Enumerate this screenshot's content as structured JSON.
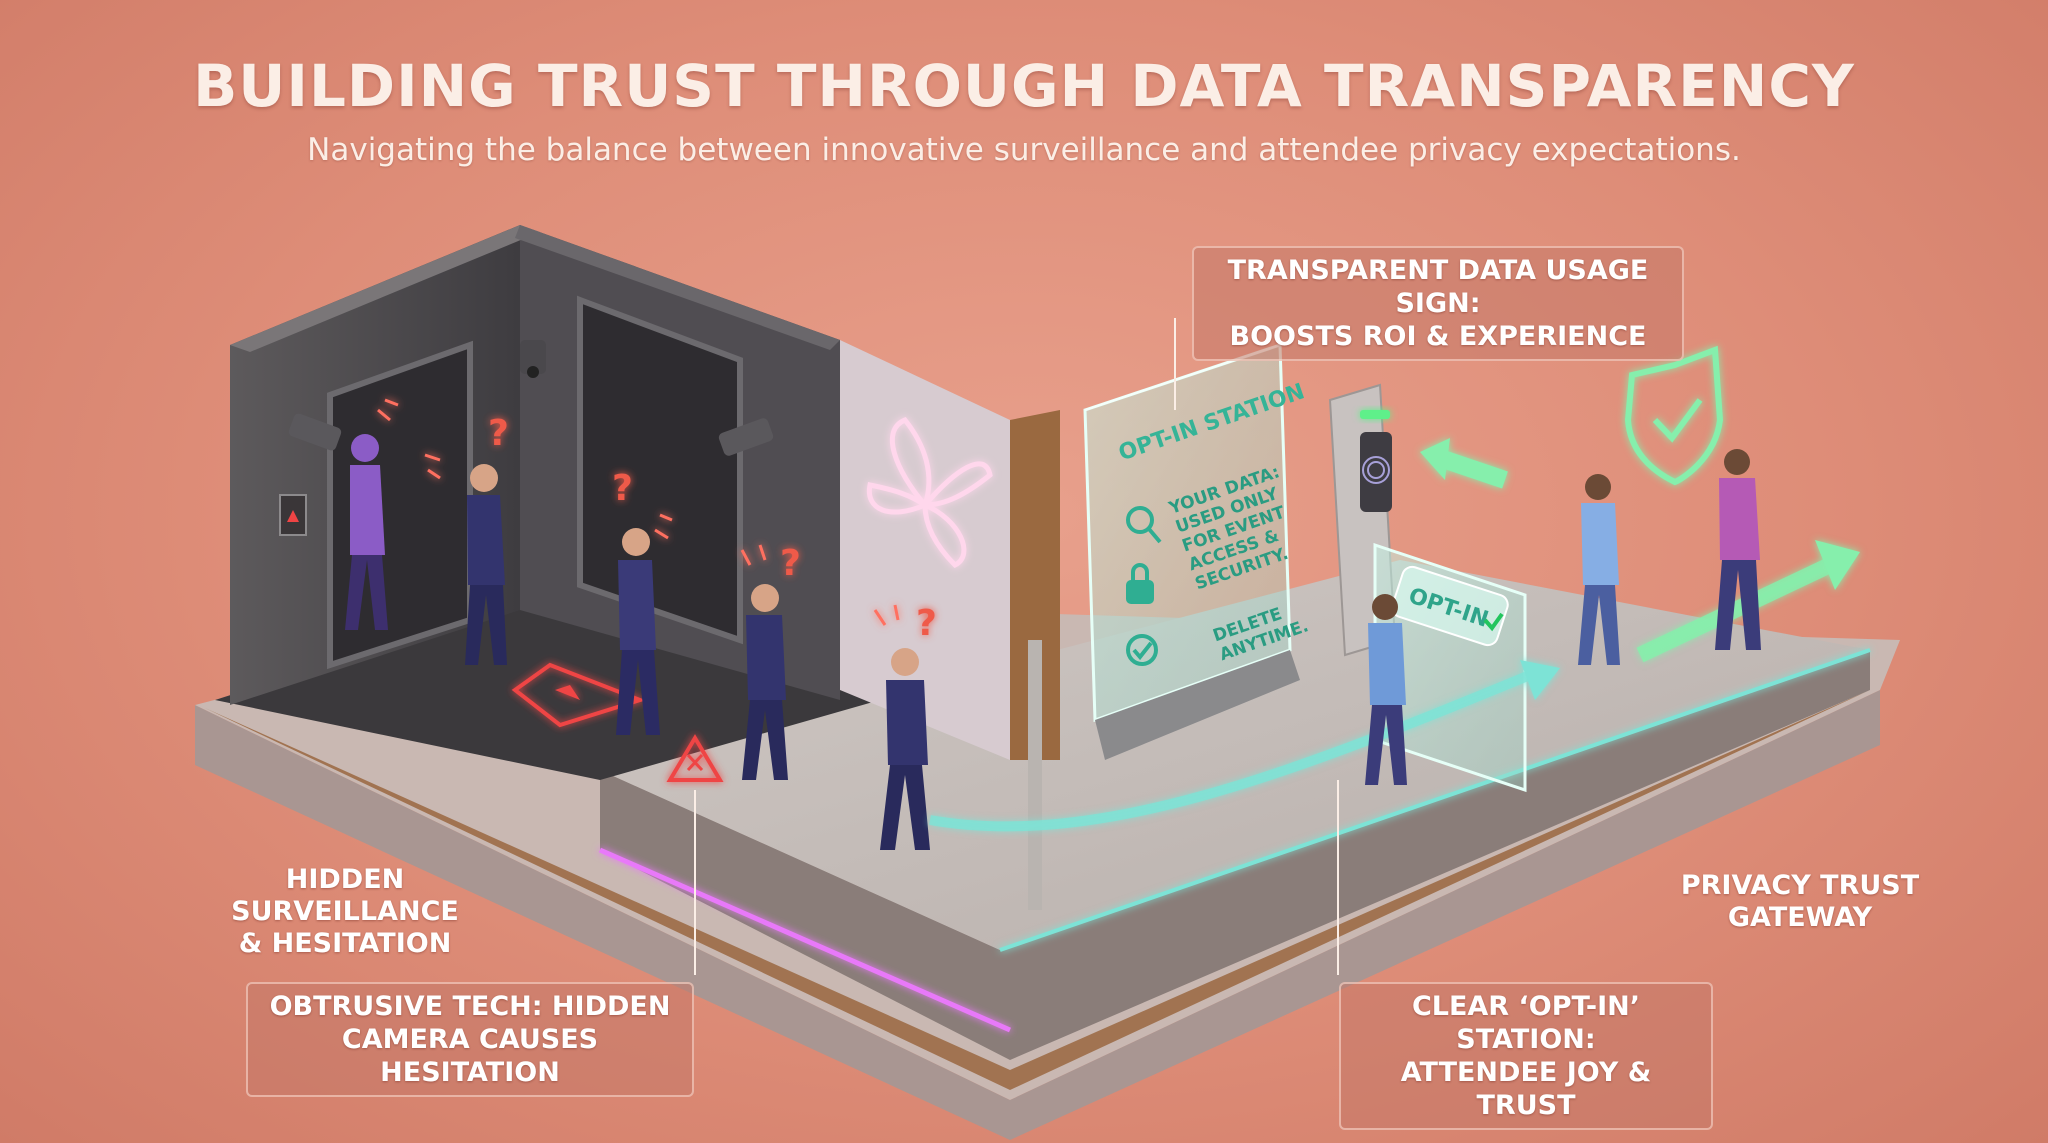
{
  "header": {
    "title": "BUILDING TRUST THROUGH DATA TRANSPARENCY",
    "subtitle": "Navigating the balance between innovative surveillance and attendee privacy expectations."
  },
  "callouts": {
    "sign_line1": "TRANSPARENT DATA USAGE SIGN:",
    "sign_line2": "BOOSTS ROI & EXPERIENCE",
    "obtrusive_line1": "OBTRUSIVE TECH: HIDDEN",
    "obtrusive_line2": "CAMERA CAUSES HESITATION",
    "optin_line1": "CLEAR ‘OPT-IN’ STATION:",
    "optin_line2": "ATTENDEE JOY & TRUST"
  },
  "zone_labels": {
    "hidden_line1": "HIDDEN",
    "hidden_line2": "SURVEILLANCE",
    "hidden_line3": "& HESITATION",
    "privacy_line1": "PRIVACY TRUST",
    "privacy_line2": "GATEWAY"
  },
  "opt_in_sign": {
    "heading": "OPT-IN STATION",
    "item1_line1": "YOUR DATA:",
    "item1_line2": "USED ONLY",
    "item1_line3": "FOR EVENT",
    "item1_line4": "ACCESS &",
    "item1_line5": "SECURITY.",
    "item2_line1": "DELETE",
    "item2_line2": "ANYTIME."
  },
  "gate_panel": {
    "label": "OPT-IN"
  },
  "colors": {
    "background": "#de8d78",
    "neon_pink": "#e879f9",
    "neon_teal": "#5eead4",
    "neon_green": "#86efac",
    "warning_red": "#ef4444",
    "figure_navy": "#33346e",
    "figure_purple": "#8b5cc6"
  },
  "icons": [
    "question-mark-icon",
    "warning-triangle-icon",
    "x-warning-icon",
    "search-icon",
    "lock-icon",
    "check-circle-icon",
    "shield-check-icon",
    "arrow-left-icon",
    "arrow-right-icon",
    "camera-icon",
    "flower-logo-icon",
    "fingerprint-icon"
  ]
}
